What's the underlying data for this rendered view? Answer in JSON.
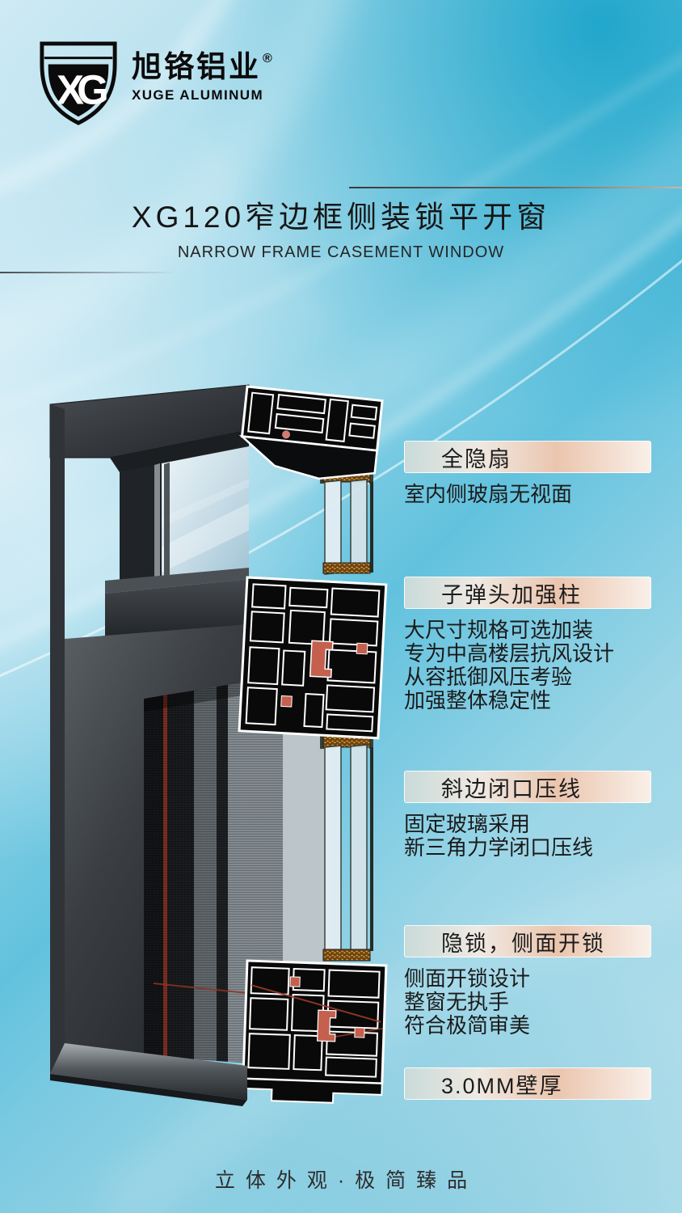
{
  "brand": {
    "monogram": "XG",
    "name_cn": "旭铬铝业",
    "registered": "®",
    "name_en": "XUGE ALUMINUM"
  },
  "header": {
    "title": "XG120窄边框侧装锁平开窗",
    "subtitle": "NARROW FRAME CASEMENT WINDOW"
  },
  "features": [
    {
      "heading": "全隐扇",
      "lines": [
        "室内侧玻扇无视面"
      ]
    },
    {
      "heading": "子弹头加强柱",
      "lines": [
        "大尺寸规格可选加装",
        "专为中高楼层抗风设计",
        "从容抵御风压考验",
        "加强整体稳定性"
      ]
    },
    {
      "heading": "斜边闭口压线",
      "lines": [
        "固定玻璃采用",
        "新三角力学闭口压线"
      ]
    },
    {
      "heading": "隐锁，侧面开锁",
      "lines": [
        "侧面开锁设计",
        "整窗无执手",
        "符合极简审美"
      ]
    }
  ],
  "spec_badge": {
    "label": "3.0MM壁厚"
  },
  "footer": {
    "tagline": "立体外观·极简臻品"
  },
  "colors": {
    "background_sky": "#35b3d8",
    "background_light": "#d6edf6",
    "ribbon_white": "#ffffff",
    "title_text": "#161616",
    "bar_teal": "#c9dbd9",
    "bar_peach": "#ebc5ae",
    "frame_charcoal": "#2e3236",
    "profile_black": "#0a0a0b",
    "profile_outline": "#ffffff",
    "thermal_break_red": "#c4604d",
    "spacer_gold": "#e2a83e",
    "glass_blue": "#cfe4ee"
  }
}
